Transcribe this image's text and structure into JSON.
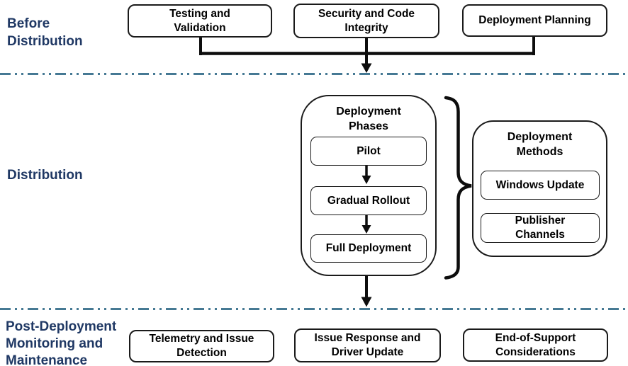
{
  "colors": {
    "section_label": "#1F3864",
    "divider": "#1F5D7D",
    "line": "#0d0d0d",
    "box_border": "#1a1a1a",
    "background": "#ffffff"
  },
  "sections": {
    "before": {
      "label": "Before\nDistribution"
    },
    "during": {
      "label": "Distribution"
    },
    "after": {
      "label": "Post-Deployment\nMonitoring and\nMaintenance"
    }
  },
  "before_row": {
    "boxes": [
      {
        "label": "Testing and\nValidation"
      },
      {
        "label": "Security and Code\nIntegrity"
      },
      {
        "label": "Deployment Planning"
      }
    ]
  },
  "distribution": {
    "phases": {
      "title": "Deployment\nPhases",
      "steps": [
        {
          "label": "Pilot"
        },
        {
          "label": "Gradual Rollout"
        },
        {
          "label": "Full Deployment"
        }
      ]
    },
    "methods": {
      "title": "Deployment\nMethods",
      "items": [
        {
          "label": "Windows Update"
        },
        {
          "label": "Publisher\nChannels"
        }
      ]
    }
  },
  "after_row": {
    "boxes": [
      {
        "label": "Telemetry and Issue\nDetection"
      },
      {
        "label": "Issue Response and\nDriver Update"
      },
      {
        "label": "End-of-Support\nConsiderations"
      }
    ]
  }
}
